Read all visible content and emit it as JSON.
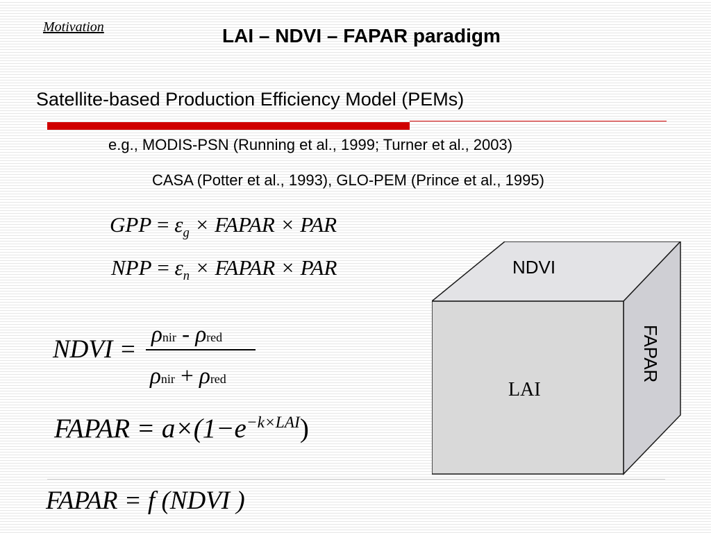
{
  "header": {
    "section": "Motivation",
    "title": "LAI – NDVI – FAPAR paradigm"
  },
  "subtitle": "Satellite-based Production Efficiency Model (PEMs)",
  "examples": {
    "line1": "e.g., MODIS-PSN (Running et al., 1999; Turner et al., 2003)",
    "line2": "CASA (Potter et al., 1993), GLO-PEM (Prince et al., 1995)"
  },
  "equations": {
    "gpp": {
      "lhs": "GPP",
      "eps": "ε",
      "sub": "g",
      "rhs": "× FAPAR × PAR"
    },
    "npp": {
      "lhs": "NPP",
      "eps": "ε",
      "sub": "n",
      "rhs": "× FAPAR × PAR"
    },
    "ndvi": {
      "lhs": "NDVI =",
      "rho": "ρ",
      "nir": "nir",
      "red": "red",
      "minus": " - ",
      "plus": " + "
    },
    "fapar_lai": {
      "text": "FAPAR = a×(1−e",
      "exp": "−k×LAI",
      "close": ")"
    },
    "fapar_ndvi": "FAPAR = f (NDVI )"
  },
  "cube": {
    "top_label": "NDVI",
    "front_label": "LAI",
    "side_label": "FAPAR",
    "colors": {
      "front": "#d9d9d9",
      "top": "#e3e3e6",
      "side": "#cfcfd4",
      "edge": "#1a1a1a"
    }
  },
  "colors": {
    "accent_red": "#d00000"
  }
}
